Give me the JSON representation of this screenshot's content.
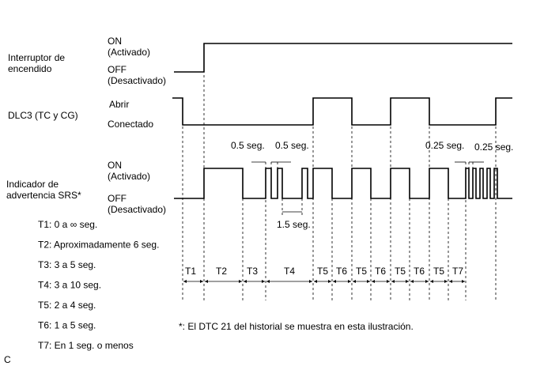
{
  "signals": {
    "ignition": {
      "name_line1": "Interruptor de",
      "name_line2": "encendido",
      "on_label": "ON",
      "on_sub": "(Activado)",
      "off_label": "OFF",
      "off_sub": "(Desactivado)"
    },
    "dlc3": {
      "name": "DLC3 (TC y CG)",
      "open_label": "Abrir",
      "connected_label": "Conectado"
    },
    "srs": {
      "name_line1": "Indicador de",
      "name_line2": "advertencia SRS*",
      "on_label": "ON",
      "on_sub": "(Activado)",
      "off_label": "OFF",
      "off_sub": "(Desactivado)"
    }
  },
  "annotations": {
    "pulse_a": "0.5 seg.",
    "pulse_b": "0.5 seg.",
    "gap": "1.5 seg.",
    "pulse_c": "0.25 seg.",
    "pulse_d": "0.25 seg."
  },
  "interval_labels": [
    "T1",
    "T2",
    "T3",
    "T4",
    "T5",
    "T6",
    "T5",
    "T6",
    "T5",
    "T6",
    "T5",
    "T7"
  ],
  "legend": [
    "T1: 0 a ∞ seg.",
    "T2: Aproximadamente 6 seg.",
    "T3: 3 a 5 seg.",
    "T4: 3 a 10 seg.",
    "T5: 2 a 4 seg.",
    "T6: 1 a 5 seg.",
    "T7: En 1 seg. o menos"
  ],
  "footnote": "*: El DTC 21 del historial se muestra en esta ilustración.",
  "corner_mark": "C"
}
